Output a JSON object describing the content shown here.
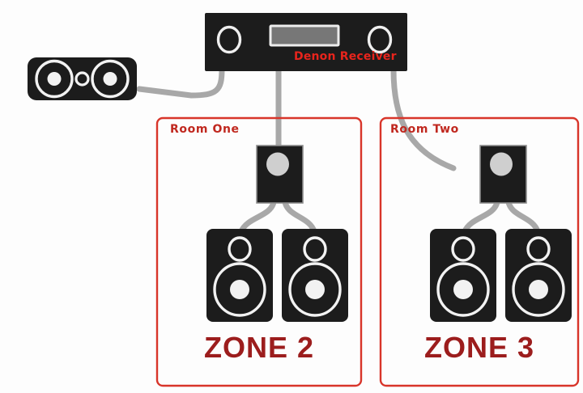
{
  "diagram": {
    "title": "Denon Receiver multi-zone speaker wiring diagram",
    "background_color": "#fdfdfd",
    "colors": {
      "device_black": "#1c1c1c",
      "cable_gray": "#a8a8a8",
      "room_border_red": "#d8352a",
      "room_label_red": "#c0281f",
      "zone_label_red": "#9c1d1d",
      "receiver_label_red": "#e8241c",
      "driver_white": "#f2f2f2",
      "amp_knob_gray": "#cfcfcf",
      "display_gray": "#777777"
    }
  },
  "receiver": {
    "name": "Denon Receiver",
    "label": "Denon Receiver",
    "left_knob": "knob",
    "right_knob": "knob",
    "display": "display-panel"
  },
  "center_speaker": {
    "name": "center-channel-speaker",
    "drivers": [
      "woofer-left",
      "tweeter-center",
      "woofer-right"
    ]
  },
  "rooms": [
    {
      "id": "room-one",
      "label": "Room One",
      "zone_label": "ZONE 2",
      "amp": "zone-amplifier",
      "speakers": [
        "speaker-left",
        "speaker-right"
      ]
    },
    {
      "id": "room-two",
      "label": "Room Two",
      "zone_label": "ZONE 3",
      "amp": "zone-amplifier",
      "speakers": [
        "speaker-left",
        "speaker-right"
      ]
    }
  ],
  "cables": [
    {
      "name": "receiver-to-center-speaker",
      "from": "receiver",
      "to": "center-speaker"
    },
    {
      "name": "receiver-to-room-one-amp",
      "from": "receiver",
      "to": "room-one-amp"
    },
    {
      "name": "receiver-to-room-two-amp",
      "from": "receiver",
      "to": "room-two-amp"
    },
    {
      "name": "room-one-amp-to-speaker-left",
      "from": "room-one-amp",
      "to": "room-one-speaker-left"
    },
    {
      "name": "room-one-amp-to-speaker-right",
      "from": "room-one-amp",
      "to": "room-one-speaker-right"
    },
    {
      "name": "room-two-amp-to-speaker-left",
      "from": "room-two-amp",
      "to": "room-two-speaker-left"
    },
    {
      "name": "room-two-amp-to-speaker-right",
      "from": "room-two-amp",
      "to": "room-two-speaker-right"
    }
  ]
}
